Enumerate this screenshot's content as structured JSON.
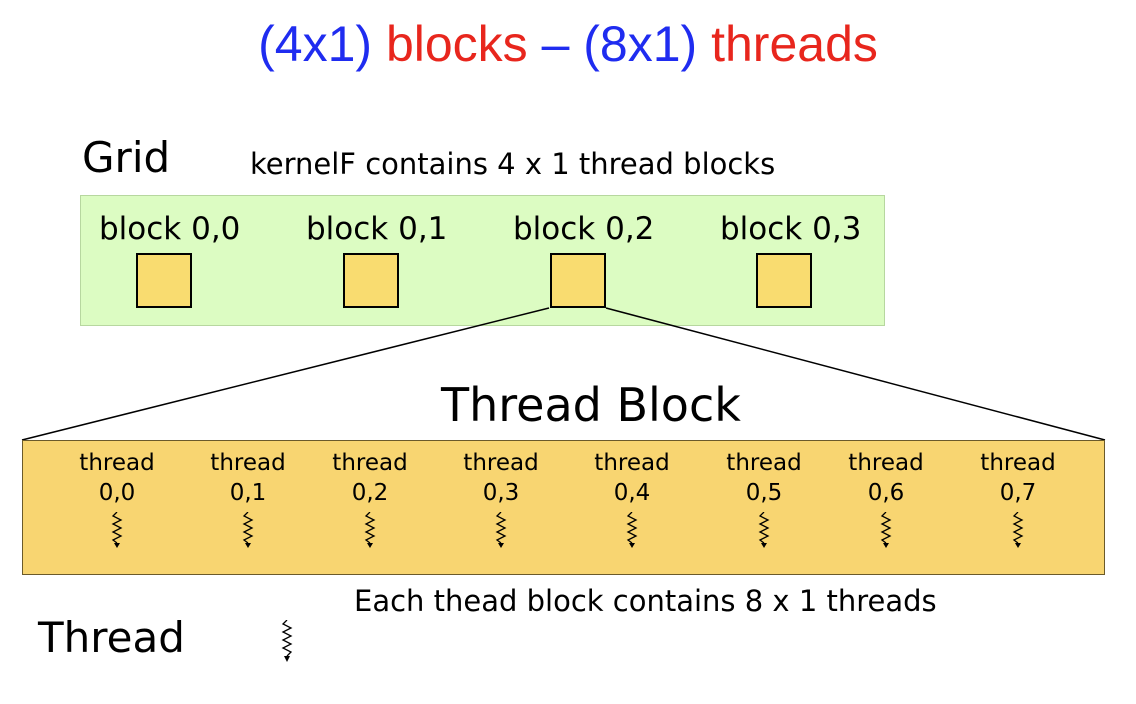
{
  "title": {
    "part1": "(4x1)",
    "part2": "blocks",
    "part3": "– (8x1)",
    "part4": "threads"
  },
  "grid": {
    "heading": "Grid",
    "caption": "kernelF contains 4 x 1 thread blocks",
    "blocks": [
      {
        "label": "block 0,0"
      },
      {
        "label": "block 0,1"
      },
      {
        "label": "block 0,2"
      },
      {
        "label": "block 0,3"
      }
    ]
  },
  "thread_block": {
    "heading": "Thread Block",
    "caption": "Each thead block contains 8 x 1 threads",
    "threads": [
      {
        "word": "thread",
        "index": "0,0"
      },
      {
        "word": "thread",
        "index": "0,1"
      },
      {
        "word": "thread",
        "index": "0,2"
      },
      {
        "word": "thread",
        "index": "0,3"
      },
      {
        "word": "thread",
        "index": "0,4"
      },
      {
        "word": "thread",
        "index": "0,5"
      },
      {
        "word": "thread",
        "index": "0,6"
      },
      {
        "word": "thread",
        "index": "0,7"
      }
    ]
  },
  "legend": {
    "label": "Thread",
    "icon": "squiggle-thread-icon"
  },
  "colors": {
    "title_blue": "#1f2cf0",
    "title_red": "#e8261d",
    "grid_fill": "#dcfcc2",
    "block_fill": "#f9dc70",
    "thread_block_fill": "#f8d571"
  }
}
